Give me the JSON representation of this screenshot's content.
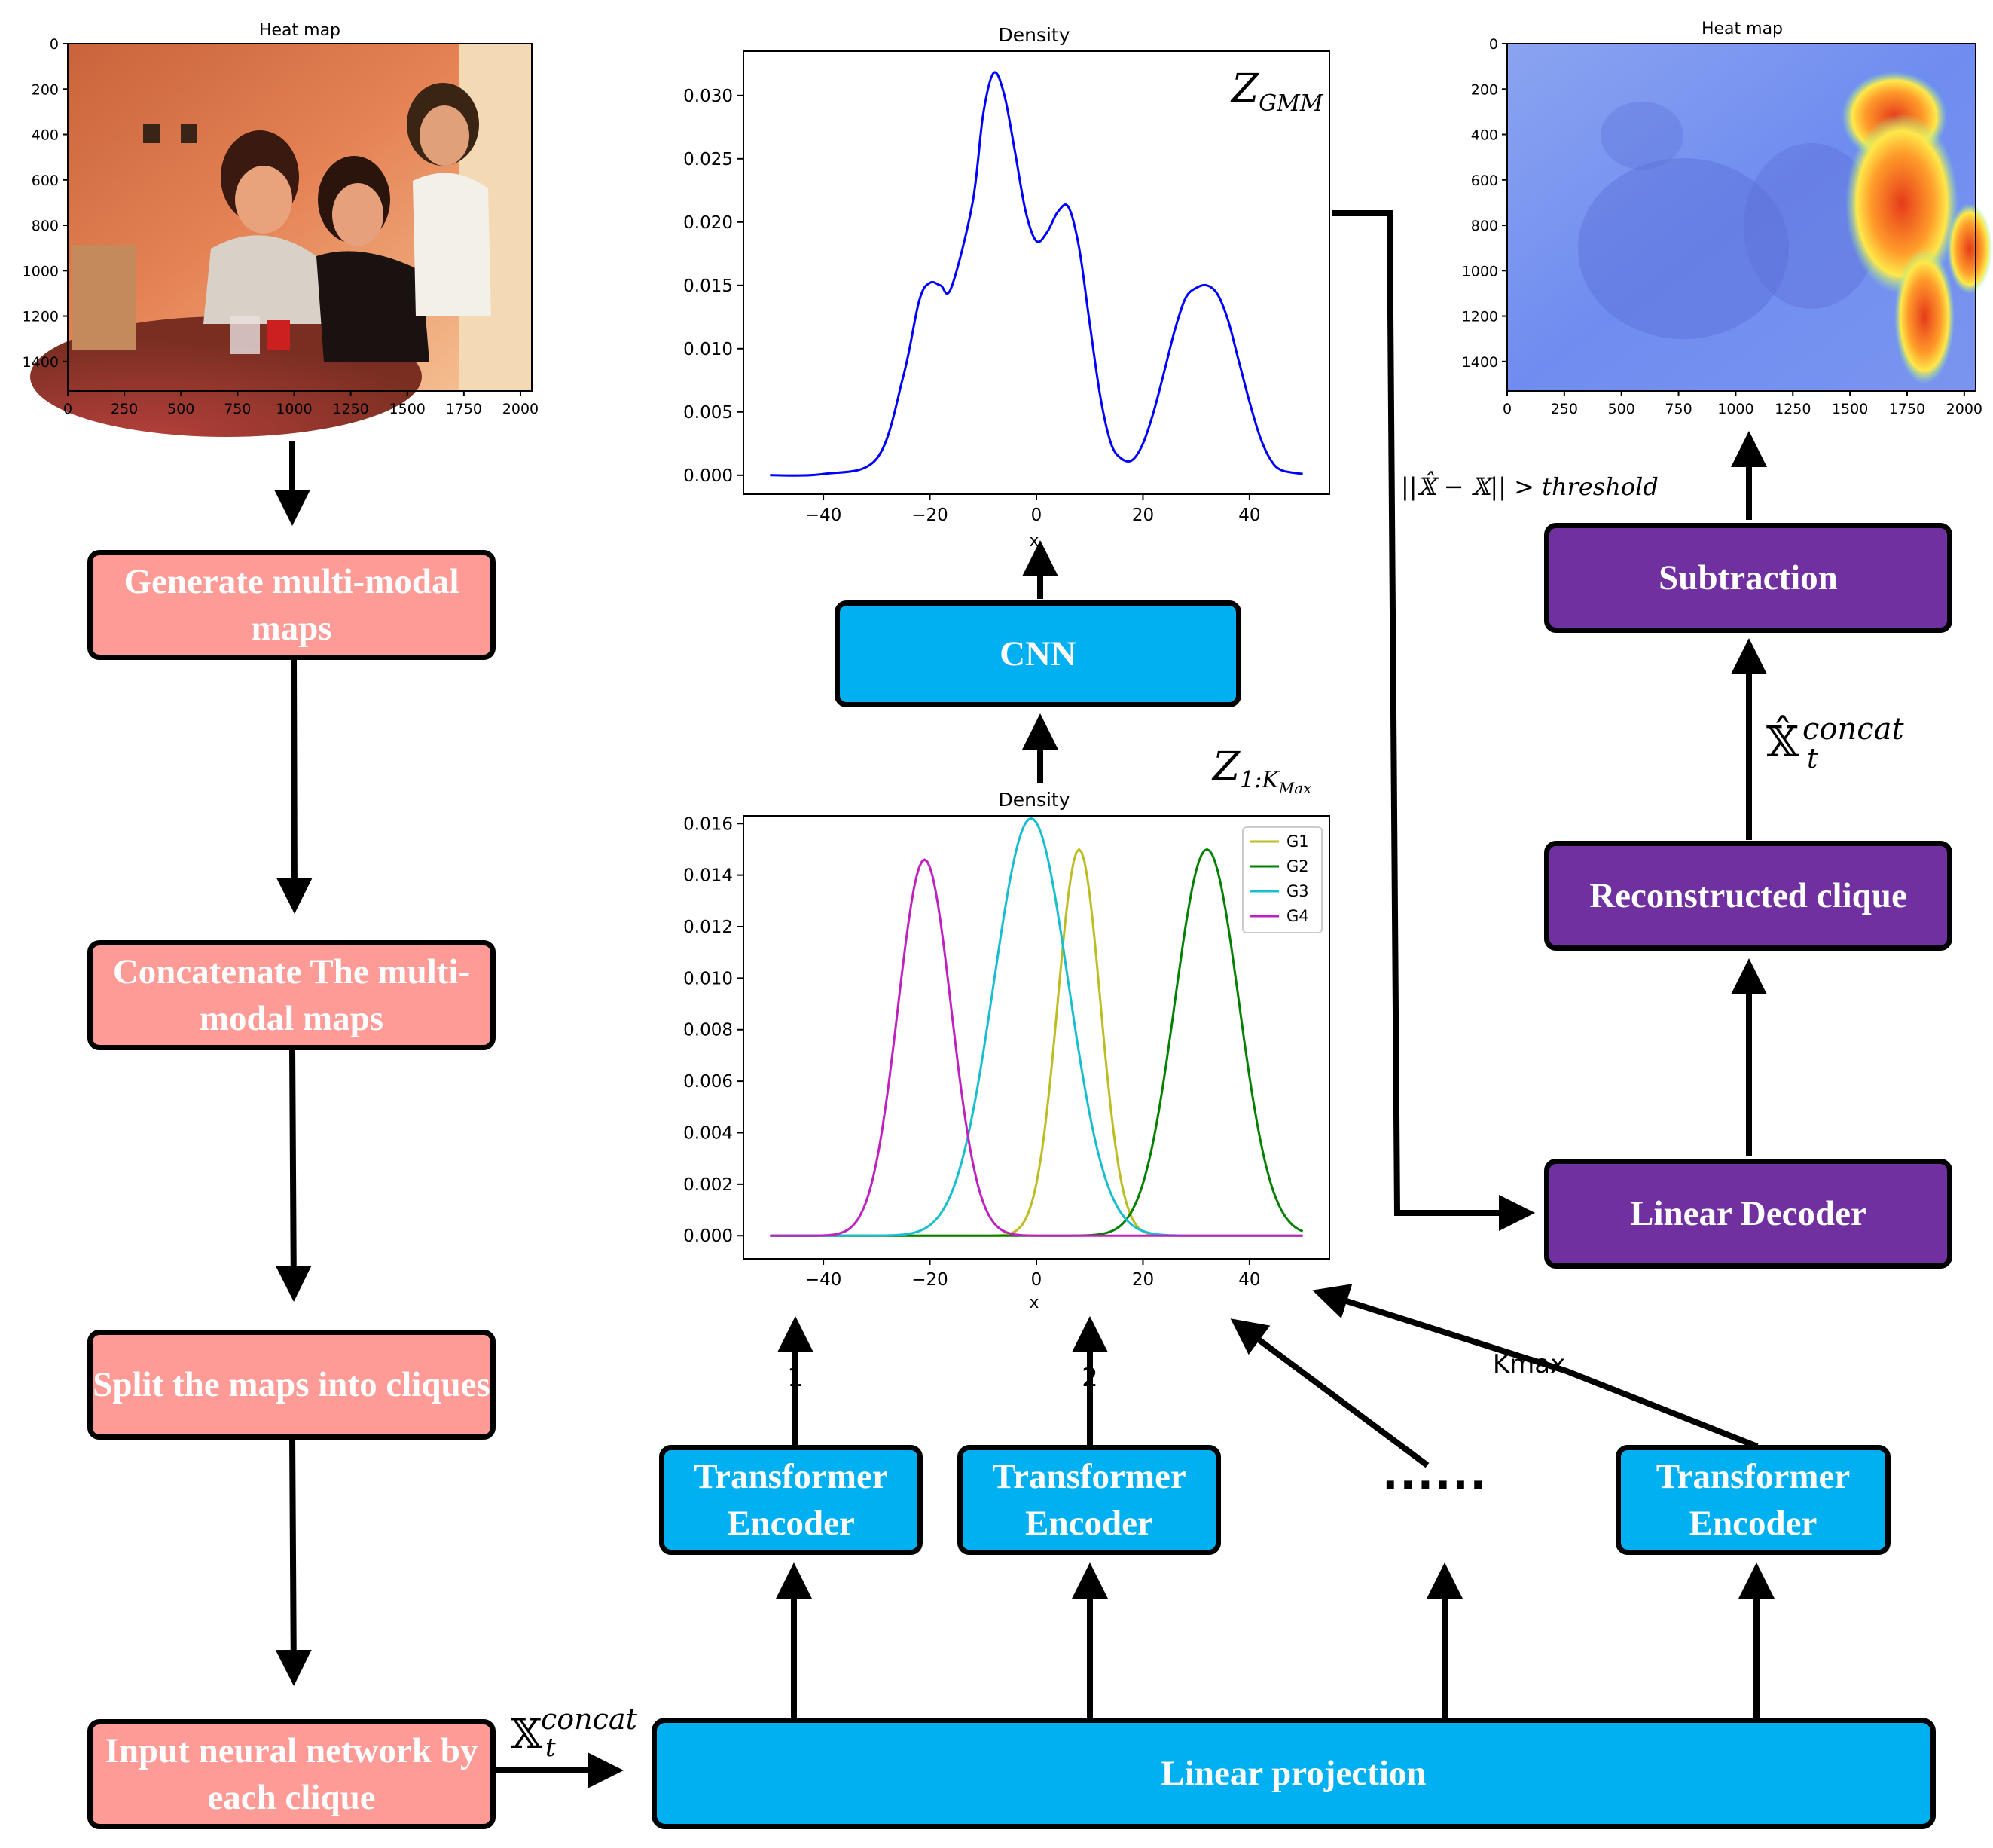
{
  "left_column": {
    "heatmap_title": "Heat map",
    "step1": "Generate multi-modal maps",
    "step2": "Concatenate The multi-modal maps",
    "step3": "Split the maps into cliques",
    "step4": "Input neural network by each clique"
  },
  "x_concat_label": "𝕏",
  "x_concat_sup": "concat",
  "x_concat_sub": "t",
  "linear_projection": "Linear projection",
  "encoders": {
    "label": "Transformer Encoder",
    "dots": "......",
    "arrow1": "1",
    "arrow2": "2",
    "kmax": "Kmax"
  },
  "cnn": "CNN",
  "z_gmm": {
    "main": "Z",
    "sub": "GMM"
  },
  "z_k": {
    "main": "Z",
    "sub": "1:K",
    "subsub": "Max"
  },
  "right_column": {
    "linear_decoder": "Linear Decoder",
    "reconstructed": "Reconstructed clique",
    "subtraction": "Subtraction",
    "xhat_label": "𝕏̂",
    "threshold_label": "||𝕏̂ − 𝕏|| > threshold",
    "heatmap_title": "Heat map"
  },
  "colors": {
    "pink": "#ff9b96",
    "blue": "#00b0f0",
    "purple": "#7030a0",
    "g1": "#bcbd22",
    "g2": "#008000",
    "g3": "#17becf",
    "g4": "#c020c0",
    "density": "#0000ff"
  },
  "chart_data": [
    {
      "type": "line",
      "title": "Density",
      "xlabel": "x",
      "ylabel": "",
      "xlim": [
        -55,
        55
      ],
      "ylim": [
        -0.0015,
        0.0335
      ],
      "xticks": [
        -40,
        -20,
        0,
        20,
        40
      ],
      "yticks": [
        0.0,
        0.005,
        0.01,
        0.015,
        0.02,
        0.025,
        0.03
      ],
      "series": [
        {
          "x": [
            -50,
            -40,
            -30,
            -25,
            -22,
            -20,
            -18,
            -16,
            -12,
            -10,
            -8,
            -6,
            -4,
            -2,
            0,
            2,
            4,
            6,
            8,
            10,
            12,
            14,
            16,
            18,
            20,
            22,
            24,
            26,
            28,
            30,
            32,
            34,
            36,
            38,
            40,
            42,
            44,
            46,
            50
          ],
          "y": [
            0,
            0.0001,
            0.0013,
            0.0078,
            0.0138,
            0.0152,
            0.015,
            0.0148,
            0.0215,
            0.0285,
            0.0318,
            0.03,
            0.0255,
            0.0208,
            0.0185,
            0.0192,
            0.0208,
            0.0212,
            0.018,
            0.012,
            0.0062,
            0.0025,
            0.0013,
            0.0012,
            0.0025,
            0.005,
            0.0082,
            0.0115,
            0.014,
            0.0148,
            0.015,
            0.0143,
            0.0122,
            0.009,
            0.0058,
            0.003,
            0.0012,
            0.0004,
            0.0001
          ]
        }
      ]
    },
    {
      "type": "line",
      "title": "Density",
      "xlabel": "x",
      "ylabel": "",
      "xlim": [
        -55,
        55
      ],
      "ylim": [
        -0.0009,
        0.0163
      ],
      "xticks": [
        -40,
        -20,
        0,
        20,
        40
      ],
      "yticks": [
        0.0,
        0.002,
        0.004,
        0.006,
        0.008,
        0.01,
        0.012,
        0.014,
        0.016
      ],
      "legend_position": "top-right",
      "series": [
        {
          "name": "G1",
          "mean": 8,
          "sd": 4,
          "peak": 0.015
        },
        {
          "name": "G2",
          "mean": 32,
          "sd": 6,
          "peak": 0.015
        },
        {
          "name": "G3",
          "mean": -1,
          "sd": 7,
          "peak": 0.0162
        },
        {
          "name": "G4",
          "mean": -21,
          "sd": 5,
          "peak": 0.0146
        }
      ]
    }
  ],
  "heatmap_axes": {
    "xticks": [
      0,
      250,
      500,
      750,
      1000,
      1250,
      1500,
      1750,
      2000
    ],
    "yticks": [
      0,
      200,
      400,
      600,
      800,
      1000,
      1200,
      1400
    ],
    "xlim": [
      0,
      2050
    ],
    "ylim": [
      0,
      1530
    ]
  }
}
